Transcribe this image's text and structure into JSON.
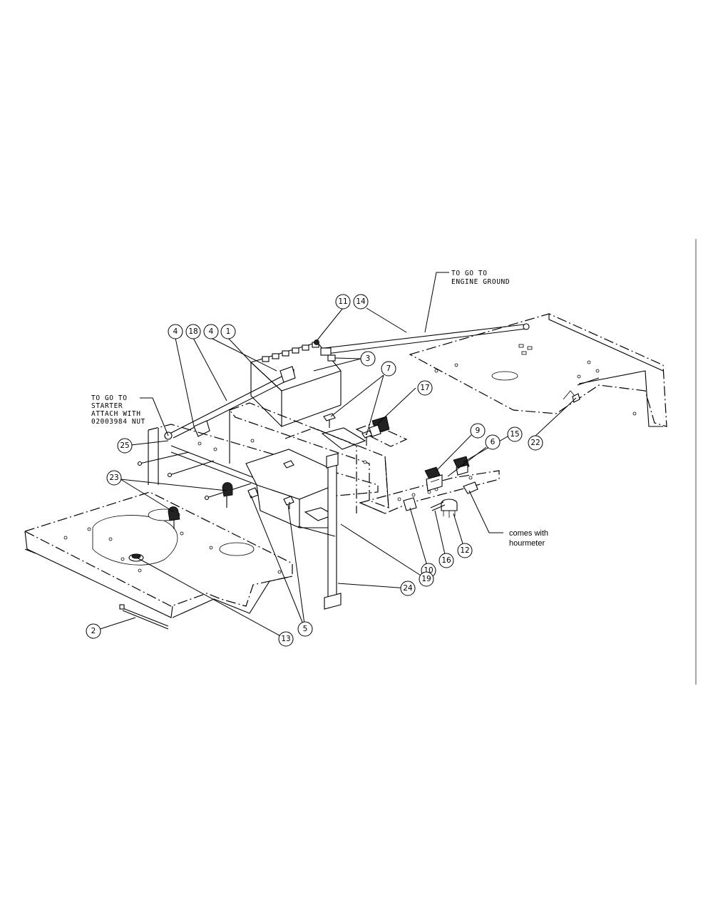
{
  "notes": {
    "engine_ground_line1": "TO GO TO",
    "engine_ground_line2": "ENGINE GROUND",
    "starter_line1": "TO GO TO",
    "starter_line2": "STARTER",
    "starter_line3": "ATTACH WITH",
    "starter_line4": "02003984 NUT",
    "hourmeter_line1": "comes with",
    "hourmeter_line2": "hourmeter"
  },
  "callouts": {
    "c11": "11",
    "c14": "14",
    "c4a": "4",
    "c18": "18",
    "c4b": "4",
    "c1": "1",
    "c3": "3",
    "c7": "7",
    "c17": "17",
    "c9": "9",
    "c6": "6",
    "c15": "15",
    "c22": "22",
    "c25": "25",
    "c23": "23",
    "c10": "10",
    "c16": "16",
    "c12": "12",
    "c19": "19",
    "c24": "24",
    "c5": "5",
    "c13": "13",
    "c2": "2"
  }
}
